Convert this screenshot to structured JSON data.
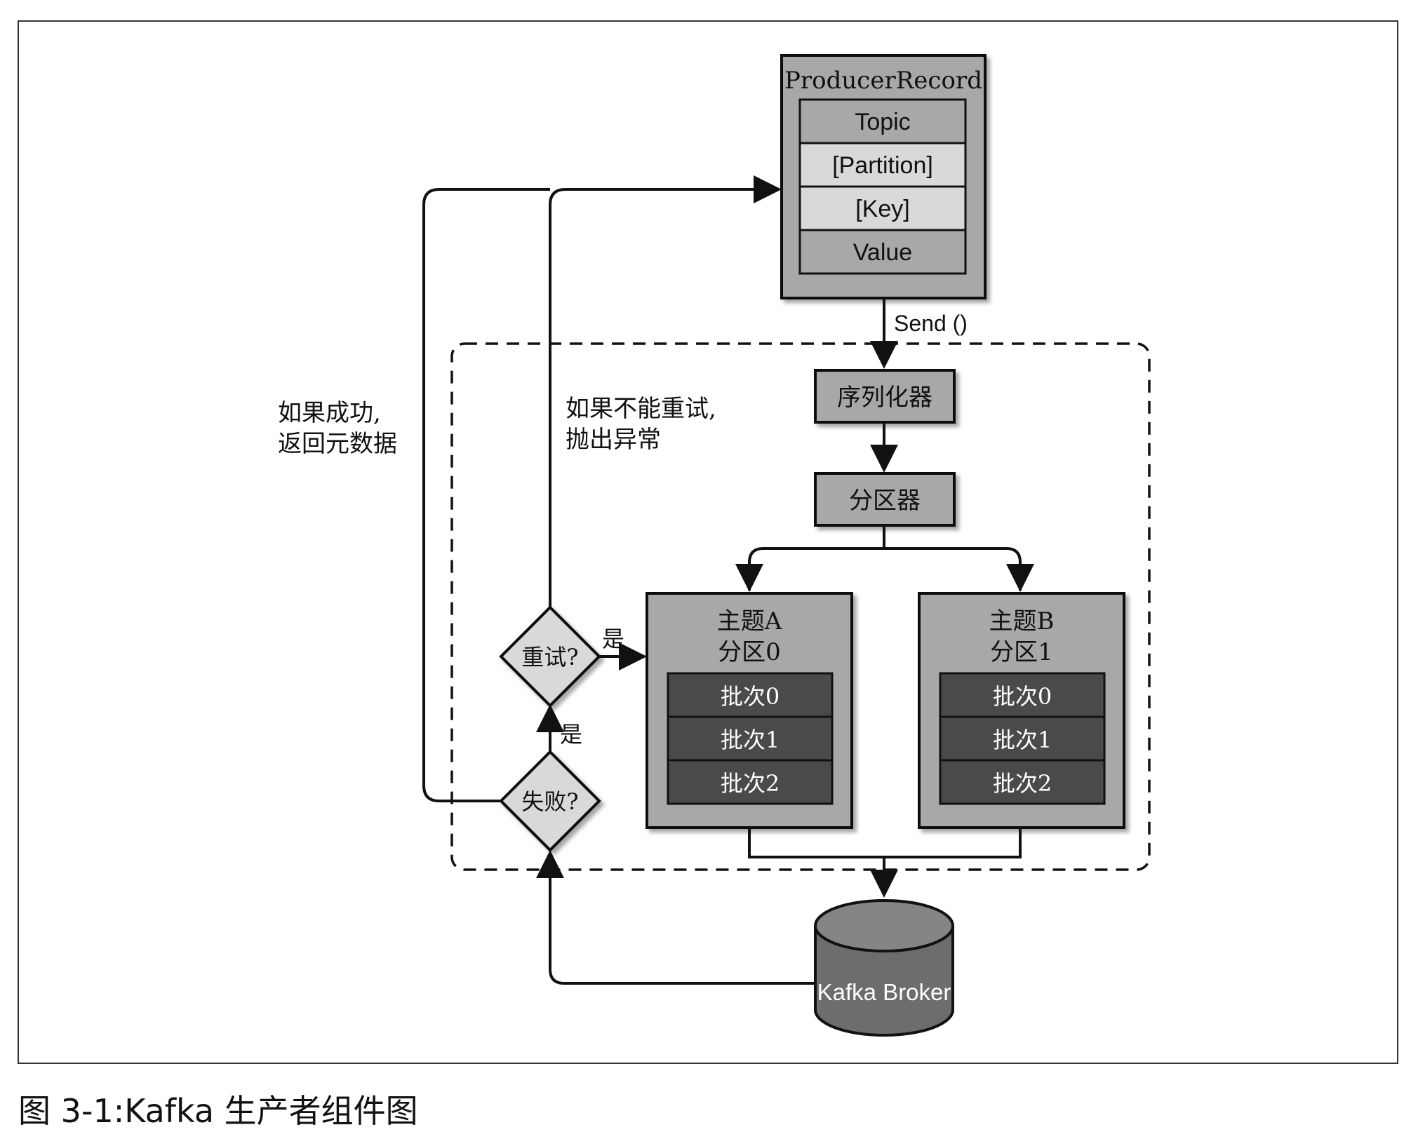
{
  "producer_record": {
    "title": "ProducerRecord",
    "fields": [
      "Topic",
      "[Partition]",
      "[Key]",
      "Value"
    ]
  },
  "send_label": "Send ()",
  "serializer": "序列化器",
  "partitioner": "分区器",
  "topic_a": {
    "title_line1": "主题A",
    "title_line2": "分区0",
    "batches": [
      "批次0",
      "批次1",
      "批次2"
    ]
  },
  "topic_b": {
    "title_line1": "主题B",
    "title_line2": "分区1",
    "batches": [
      "批次0",
      "批次1",
      "批次2"
    ]
  },
  "retry_decision": "重试?",
  "fail_decision": "失败?",
  "yes_label_retry": "是",
  "yes_label_fail": "是",
  "success_label": {
    "line1": "如果成功,",
    "line2": "返回元数据"
  },
  "no_retry_label": {
    "line1": "如果不能重试,",
    "line2": "抛出异常"
  },
  "broker_label": "Kafka Broker",
  "caption": "图 3-1:Kafka 生产者组件图",
  "colors": {
    "dark_fill": "#4a4a4a",
    "mid_fill": "#a8a8a8",
    "light_fill": "#d9d9d9",
    "broker_fill": "#6d6d6d",
    "stroke": "#111111"
  }
}
